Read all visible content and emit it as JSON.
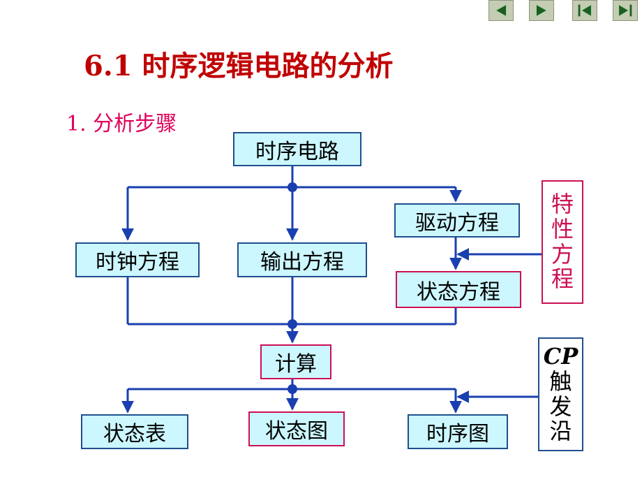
{
  "nav": [
    {
      "name": "prev-slide-button",
      "icon": "triangle-left-icon"
    },
    {
      "name": "next-slide-button",
      "icon": "triangle-right-icon"
    },
    {
      "name": "first-slide-button",
      "icon": "skip-to-start-icon"
    },
    {
      "name": "last-slide-button",
      "icon": "skip-to-end-icon"
    }
  ],
  "title": "6.1  时序逻辑电路的分析",
  "subtitle": "1. 分析步骤",
  "nodes": {
    "sequential_circuit": "时序电路",
    "clock_equation": "时钟方程",
    "output_equation": "输出方程",
    "drive_equation": "驱动方程",
    "state_equation": "状态方程",
    "characteristic_equation": [
      "特",
      "性",
      "方",
      "程"
    ],
    "compute": "计算",
    "state_table": "状态表",
    "state_diagram": "状态图",
    "timing_diagram": "时序图",
    "cp_edge": {
      "cp": "CP",
      "chars": [
        "触",
        "发",
        "沿"
      ]
    }
  },
  "colors": {
    "title": "#c00000",
    "subtitle": "#e0005a",
    "box_fill": "#ccf7ff",
    "blue_border": "#1f4f8f",
    "pink_border": "#cc1055",
    "line": "#1a3fb0"
  }
}
